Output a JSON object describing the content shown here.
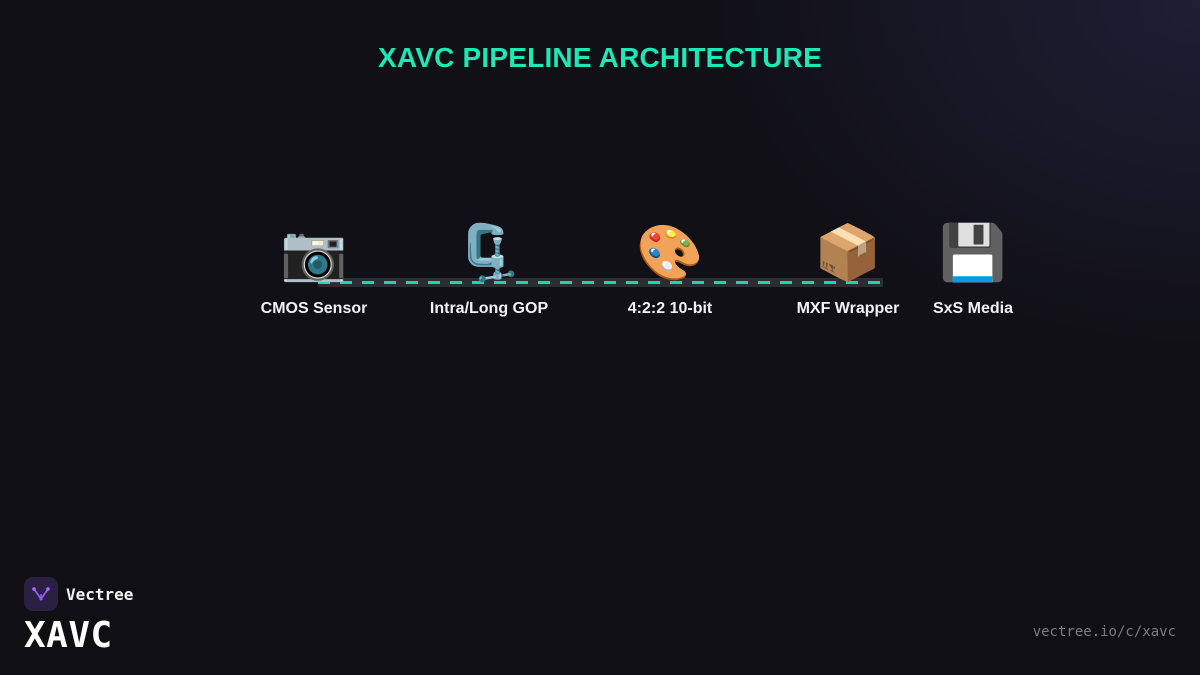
{
  "title": "XAVC PIPELINE ARCHITECTURE",
  "stages": [
    {
      "label": "CMOS Sensor",
      "icon_name": "camera-icon",
      "glyph": "📷"
    },
    {
      "label": "Intra/Long GOP",
      "icon_name": "clamp-icon",
      "glyph": "🗜️"
    },
    {
      "label": "4:2:2 10-bit",
      "icon_name": "palette-icon",
      "glyph": "🎨"
    },
    {
      "label": "MXF Wrapper",
      "icon_name": "package-icon",
      "glyph": "📦"
    },
    {
      "label": "SxS Media",
      "icon_name": "floppy-disk-icon",
      "glyph": "💾"
    }
  ],
  "brand": {
    "name": "Vectree",
    "product": "XAVC"
  },
  "footer_url": "vectree.io/c/xavc",
  "colors": {
    "accent": "#1de9b6",
    "background": "#111016",
    "logo_bg": "#2a2142"
  }
}
